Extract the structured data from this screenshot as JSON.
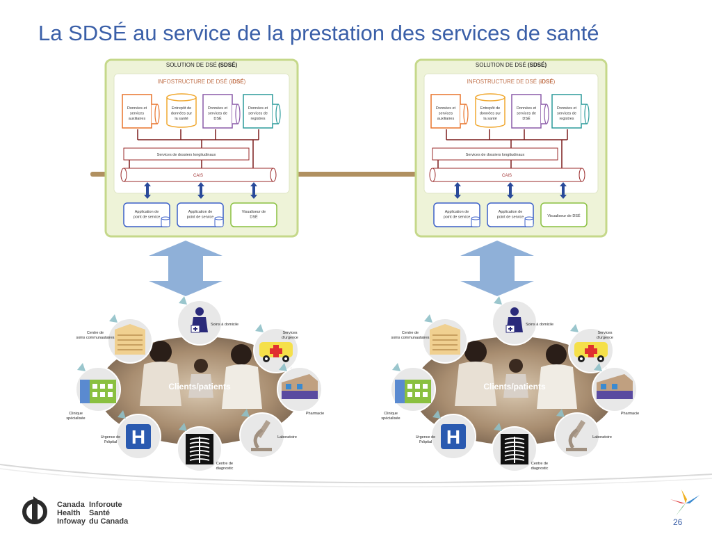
{
  "slide": {
    "title": "La SDSÉ au service de la prestation des services de santé",
    "page_number": "26"
  },
  "logo": {
    "en_line1": "Canada",
    "en_line2": "Health",
    "en_line3": "Infoway",
    "fr_line1": "Inforoute",
    "fr_line2": "Santé",
    "fr_line3": "du Canada"
  },
  "panel": {
    "solution_label": "SOLUTION DE DSÉ ",
    "solution_label_bold": "(SDSÉ)",
    "infra_label": "INFOSTRUCTURE DE DSÉ (",
    "infra_label_bold": "iDSÉ",
    "infra_label_end": ")",
    "repos": [
      {
        "lines": [
          "Données et",
          "services",
          "auxiliaires"
        ],
        "color": "#e8732a"
      },
      {
        "lines": [
          "Entrepôt de",
          "données sur",
          "la santé"
        ],
        "color": "#f0a830"
      },
      {
        "lines": [
          "Données et",
          "services de",
          "DSÉ"
        ],
        "color": "#8a5aa8"
      },
      {
        "lines": [
          "Données et",
          "services de",
          "registres"
        ],
        "color": "#2a9a9a"
      }
    ],
    "longitudinal": "Services de dossiers longitudinaux",
    "cais": "CAIS",
    "apps": [
      {
        "lines": [
          "Application de",
          "point de service"
        ]
      },
      {
        "lines": [
          "Application de",
          "point de service"
        ]
      },
      {
        "lines": [
          "Visualiseur de",
          "DSÉ"
        ]
      }
    ],
    "apps_right_viewer": "Visualiseur de DSÉ"
  },
  "clients": {
    "center_label": "Clients/patients",
    "nodes": [
      {
        "label": "Soins  à  domicile",
        "icon": "home-care-icon"
      },
      {
        "label": "Services d'urgence",
        "icon": "ambulance-icon"
      },
      {
        "label": "Pharmacie",
        "icon": "pharmacy-icon"
      },
      {
        "label": "Laboratoire",
        "icon": "microscope-icon"
      },
      {
        "label": "Centre de diagnostic",
        "icon": "xray-icon"
      },
      {
        "label": "Urgence de l'hôpital",
        "icon": "hospital-icon"
      },
      {
        "label": "Clinique spécialisée",
        "icon": "clinic-icon"
      },
      {
        "label": "Centre de soins communautaires",
        "icon": "community-centre-icon"
      }
    ]
  },
  "colors": {
    "title": "#3a5fa8",
    "panel_border": "#c5d88a",
    "panel_fill": "#eef3d8",
    "connector": "#b09060",
    "arrow": "#8fb0d8",
    "cais_border": "#9a2a2a"
  }
}
